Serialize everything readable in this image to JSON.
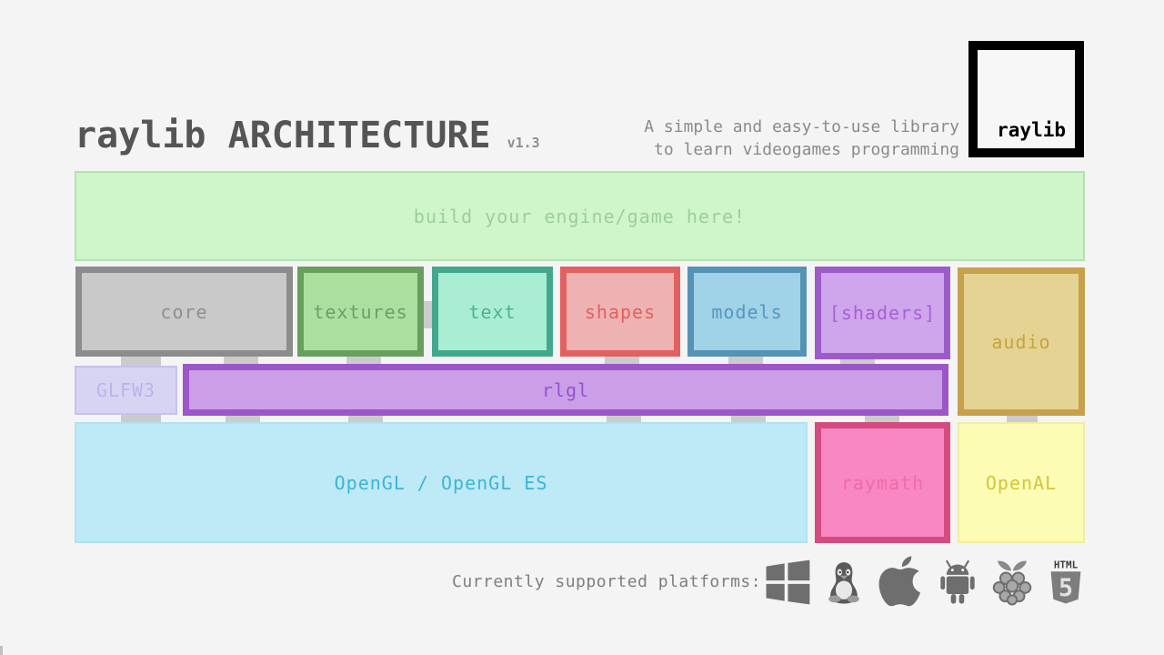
{
  "header": {
    "title": "raylib ARCHITECTURE",
    "version": "v1.3",
    "tagline": [
      "A simple and easy-to-use library",
      "to learn videogames programming"
    ],
    "logo_label": "raylib"
  },
  "colors": {
    "background": "#f4f4f4",
    "title_text": "#555555",
    "version_text": "#8e8e8e",
    "tagline_text": "#8a8a8a",
    "logo_border": "#010101",
    "connector": "#cbcbcb",
    "platforms_text": "#7e7e7e",
    "icon_gray": "#6e6e6e"
  },
  "boxes": {
    "engine": {
      "label": "build your engine/game here!",
      "fill": "#cff5cb",
      "border": "#b2e3ae",
      "text_color": "#9ccf98"
    },
    "core": {
      "label": "core",
      "fill": "#c9c9c9",
      "border": "#8c8c8c",
      "text_color": "#8f8f8f"
    },
    "textures": {
      "label": "textures",
      "fill": "#abdfa0",
      "border": "#67a05d",
      "text_color": "#6e9e66"
    },
    "text": {
      "label": "text",
      "fill": "#a9eed2",
      "border": "#42a78c",
      "text_color": "#4fb098"
    },
    "shapes": {
      "label": "shapes",
      "fill": "#efb2b2",
      "border": "#e26060",
      "text_color": "#e26060"
    },
    "models": {
      "label": "models",
      "fill": "#a0d2e8",
      "border": "#5493b4",
      "text_color": "#5796bf"
    },
    "shaders": {
      "label": "[shaders]",
      "fill": "#cfa5ec",
      "border": "#9d5bc9",
      "text_color": "#a761d6"
    },
    "audio": {
      "label": "audio",
      "fill": "#e5d393",
      "border": "#c6a14b",
      "text_color": "#c8a33c"
    },
    "glfw3": {
      "label": "GLFW3",
      "fill": "#d7d4f3",
      "border": "#c5c1ee",
      "text_color": "#b9b3ec"
    },
    "rlgl": {
      "label": "rlgl",
      "fill": "#cb9fe8",
      "border": "#9c56c8",
      "text_color": "#9750cd"
    },
    "opengl": {
      "label": "OpenGL / OpenGL ES",
      "fill": "#bee9f7",
      "border": "#aee3f2",
      "text_color": "#3eb5d0"
    },
    "raymath": {
      "label": "raymath",
      "fill": "#f887c3",
      "border": "#d44b80",
      "text_color": "#f06ba8"
    },
    "openal": {
      "label": "OpenAL",
      "fill": "#fcfcb5",
      "border": "#f2eda0",
      "text_color": "#d4c440"
    }
  },
  "platforms": {
    "label": "Currently supported platforms:",
    "icons": [
      "windows-icon",
      "linux-icon",
      "apple-icon",
      "android-icon",
      "raspberry-pi-icon",
      "html5-icon"
    ],
    "html5_top_text": "HTML",
    "html5_number": "5"
  }
}
